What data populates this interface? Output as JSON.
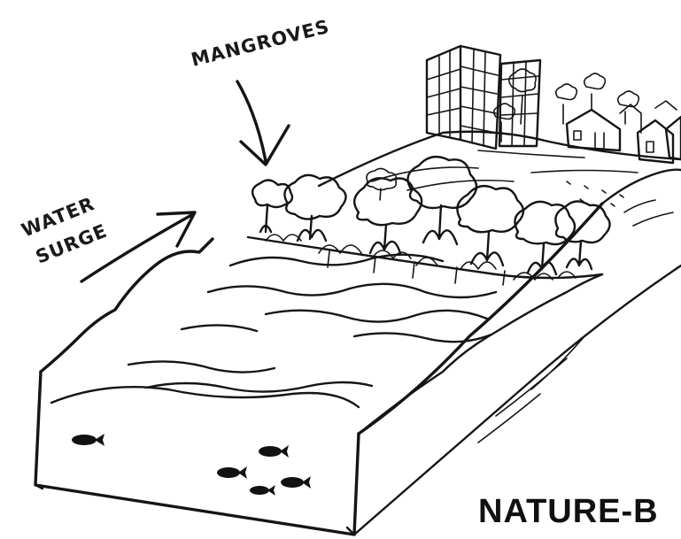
{
  "labels": {
    "mangroves": "MANGROVES",
    "water_line1": "WATER",
    "water_line2": "SURGE",
    "title": "NATURE-B"
  }
}
